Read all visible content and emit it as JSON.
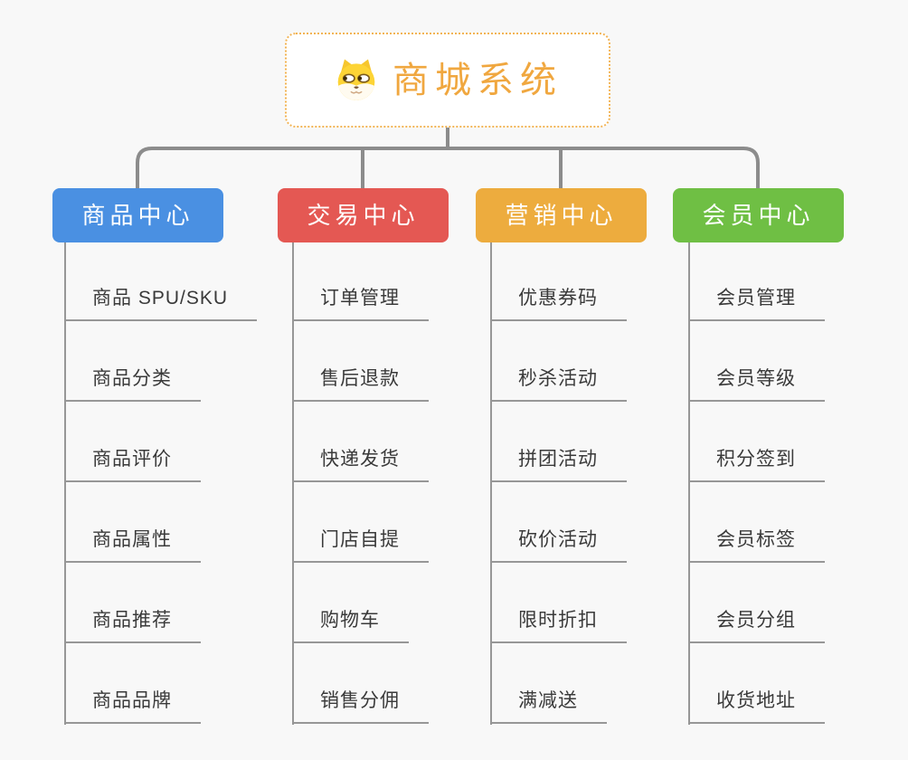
{
  "root": {
    "title": "商城系统",
    "icon": "dog-face-icon"
  },
  "colors": {
    "root_accent": "#f0a73f",
    "root_border": "#f2b455",
    "connector_gray": "#8c8c8c",
    "leaf_line_gray": "#979797",
    "background": "#f8f8f8",
    "branch_product": "#4a90e2",
    "branch_trade": "#e45853",
    "branch_marketing": "#edac3e",
    "branch_member": "#6fbf44"
  },
  "branches": [
    {
      "label": "商品中心",
      "color": "#4a90e2",
      "items": [
        "商品 SPU/SKU",
        "商品分类",
        "商品评价",
        "商品属性",
        "商品推荐",
        "商品品牌"
      ]
    },
    {
      "label": "交易中心",
      "color": "#e45853",
      "items": [
        "订单管理",
        "售后退款",
        "快递发货",
        "门店自提",
        "购物车",
        "销售分佣"
      ]
    },
    {
      "label": "营销中心",
      "color": "#edac3e",
      "items": [
        "优惠券码",
        "秒杀活动",
        "拼团活动",
        "砍价活动",
        "限时折扣",
        "满减送"
      ]
    },
    {
      "label": "会员中心",
      "color": "#6fbf44",
      "items": [
        "会员管理",
        "会员等级",
        "积分签到",
        "会员标签",
        "会员分组",
        "收货地址"
      ]
    }
  ]
}
